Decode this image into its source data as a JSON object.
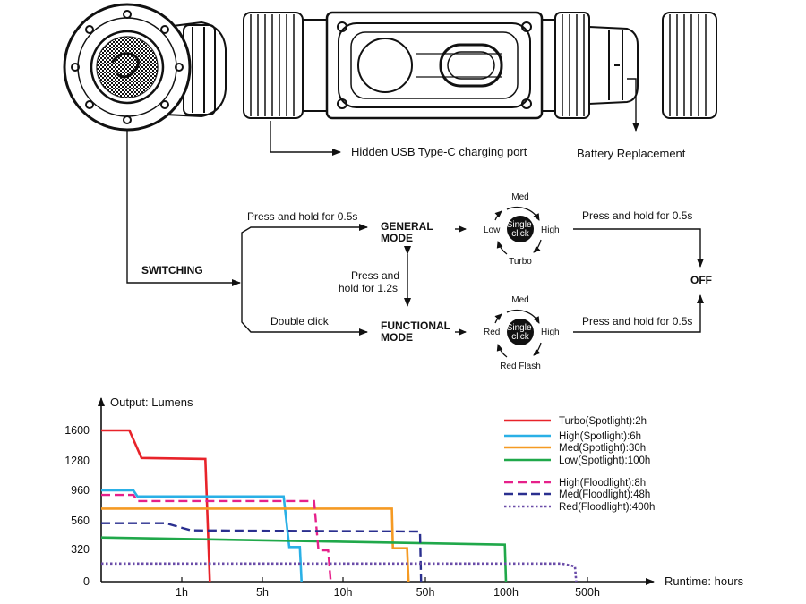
{
  "annotations": {
    "usb_port": "Hidden USB Type-C charging port",
    "battery": "Battery Replacement"
  },
  "flow": {
    "switching": "SWITCHING",
    "press_hold_05_top": "Press and hold for 0.5s",
    "double_click": "Double click",
    "general_mode": [
      "GENERAL",
      "MODE"
    ],
    "functional_mode": [
      "FUNCTIONAL",
      "MODE"
    ],
    "press_hold_12": [
      "Press and",
      "hold for 1.2s"
    ],
    "press_hold_05_right_top": "Press and hold for 0.5s",
    "press_hold_05_right_bottom": "Press and hold for 0.5s",
    "off": "OFF",
    "general_cycle": {
      "top": "Med",
      "left": "Low",
      "right": "High",
      "bottom": "Turbo",
      "center": [
        "Single",
        "click"
      ]
    },
    "functional_cycle": {
      "top": "Med",
      "left": "Red",
      "right": "High",
      "bottom": "Red Flash",
      "center": [
        "Single",
        "click"
      ]
    }
  },
  "colors": {
    "turbo": "#e8232a",
    "high": "#2ab0e6",
    "med": "#f59a23",
    "low": "#20a84a",
    "high_flood": "#e6208a",
    "med_flood": "#2a2f8f",
    "red_flood": "#6a4ca8"
  },
  "chart_data": {
    "type": "line",
    "ylabel": "Output: Lumens",
    "xlabel": "Runtime: hours",
    "y_ticks": [
      0,
      320,
      560,
      960,
      1280,
      1600
    ],
    "x_ticks": [
      "1h",
      "5h",
      "10h",
      "50h",
      "100h",
      "500h"
    ],
    "series": [
      {
        "name": "Turbo(Spotlight):2h",
        "style": "solid",
        "color": "#e8232a",
        "points": [
          [
            0,
            1600
          ],
          [
            0.35,
            1600
          ],
          [
            0.5,
            1310
          ],
          [
            1.6,
            1300
          ],
          [
            1.75,
            0
          ]
        ]
      },
      {
        "name": "High(Spotlight):6h",
        "style": "solid",
        "color": "#2ab0e6",
        "points": [
          [
            0,
            960
          ],
          [
            0.4,
            960
          ],
          [
            0.45,
            880
          ],
          [
            6,
            880
          ],
          [
            6.3,
            340
          ],
          [
            6.9,
            340
          ],
          [
            7,
            0
          ]
        ]
      },
      {
        "name": "Med(Spotlight):30h",
        "style": "solid",
        "color": "#f59a23",
        "points": [
          [
            0,
            720
          ],
          [
            26,
            720
          ],
          [
            26.5,
            330
          ],
          [
            35,
            330
          ],
          [
            36,
            0
          ]
        ]
      },
      {
        "name": "Low(Spotlight):100h",
        "style": "solid",
        "color": "#20a84a",
        "points": [
          [
            0,
            420
          ],
          [
            99,
            360
          ],
          [
            100,
            0
          ]
        ]
      },
      {
        "name": "High(Floodlight):8h",
        "style": "dashed",
        "color": "#e6208a",
        "points": [
          [
            0,
            900
          ],
          [
            0.4,
            900
          ],
          [
            0.45,
            820
          ],
          [
            7.8,
            820
          ],
          [
            8.1,
            310
          ],
          [
            8.8,
            310
          ],
          [
            9,
            0
          ]
        ]
      },
      {
        "name": "Med(Floodlight):48h",
        "style": "dashed",
        "color": "#2a2f8f",
        "points": [
          [
            0,
            540
          ],
          [
            0.8,
            540
          ],
          [
            1.2,
            480
          ],
          [
            45,
            470
          ],
          [
            46,
            0
          ]
        ]
      },
      {
        "name": "Red(Floodlight):400h",
        "style": "dotted",
        "color": "#6a4ca8",
        "points": [
          [
            0,
            180
          ],
          [
            300,
            180
          ],
          [
            390,
            150
          ],
          [
            400,
            0
          ]
        ]
      }
    ]
  }
}
